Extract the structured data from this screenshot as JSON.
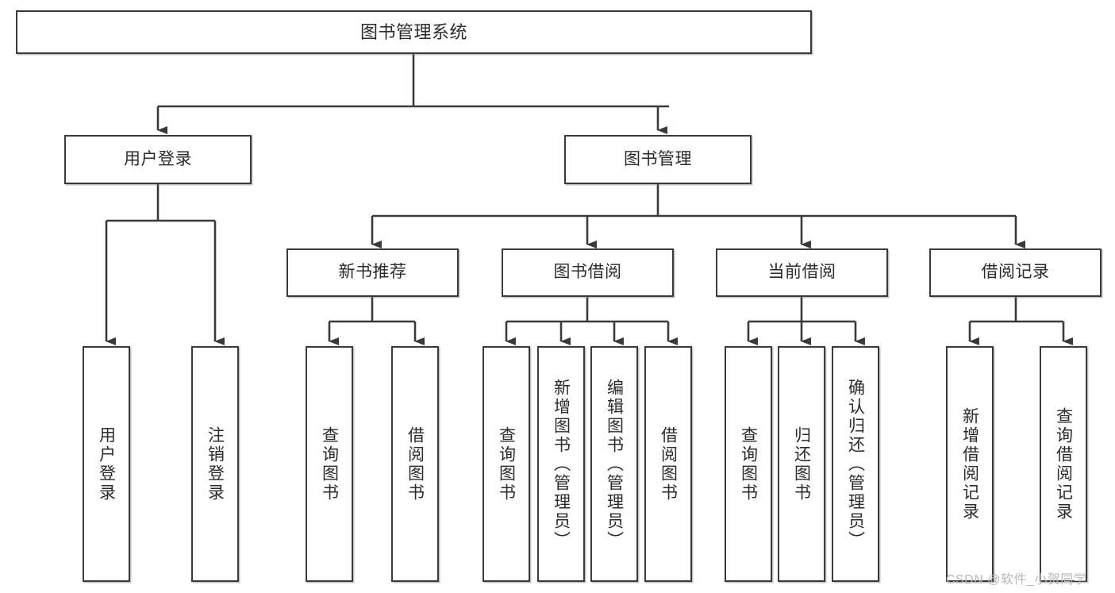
{
  "diagram": {
    "type": "hierarchy-tree",
    "title": "图书管理系统",
    "watermark": "CSDN @软件_小贺同学",
    "colors": {
      "stroke": "#3a3a3a",
      "fill": "#ffffff",
      "text": "#2b2b2b",
      "watermark": "#b9b9b9"
    },
    "nodes": {
      "root": {
        "label": "图书管理系统",
        "level": 1
      },
      "l2": [
        {
          "id": "user-login",
          "label": "用户登录",
          "level": 2
        },
        {
          "id": "book-manage",
          "label": "图书管理",
          "level": 2
        }
      ],
      "l3": [
        {
          "id": "new-book-recommend",
          "label": "新书推荐",
          "level": 3,
          "parent": "book-manage"
        },
        {
          "id": "book-borrow",
          "label": "图书借阅",
          "level": 3,
          "parent": "book-manage"
        },
        {
          "id": "current-borrow",
          "label": "当前借阅",
          "level": 3,
          "parent": "book-manage"
        },
        {
          "id": "borrow-record",
          "label": "借阅记录",
          "level": 3,
          "parent": "book-manage"
        }
      ],
      "leaves": [
        {
          "id": "leaf-user-login",
          "label": "用户登录",
          "parent": "user-login"
        },
        {
          "id": "leaf-logout-login",
          "label": "注销登录",
          "parent": "user-login"
        },
        {
          "id": "leaf-query-book-1",
          "label": "查询图书",
          "parent": "new-book-recommend"
        },
        {
          "id": "leaf-borrow-book-1",
          "label": "借阅图书",
          "parent": "new-book-recommend"
        },
        {
          "id": "leaf-query-book-2",
          "label": "查询图书",
          "parent": "book-borrow"
        },
        {
          "id": "leaf-add-book",
          "label": "新增图书（管理员）",
          "parent": "book-borrow"
        },
        {
          "id": "leaf-edit-book",
          "label": "编辑图书（管理员）",
          "parent": "book-borrow"
        },
        {
          "id": "leaf-borrow-book-2",
          "label": "借阅图书",
          "parent": "book-borrow"
        },
        {
          "id": "leaf-query-book-3",
          "label": "查询图书",
          "parent": "current-borrow"
        },
        {
          "id": "leaf-return-book",
          "label": "归还图书",
          "parent": "current-borrow"
        },
        {
          "id": "leaf-confirm-return",
          "label": "确认归还（管理员）",
          "parent": "current-borrow"
        },
        {
          "id": "leaf-add-record",
          "label": "新增借阅记录",
          "parent": "borrow-record"
        },
        {
          "id": "leaf-query-record",
          "label": "查询借阅记录",
          "parent": "borrow-record"
        }
      ]
    }
  }
}
